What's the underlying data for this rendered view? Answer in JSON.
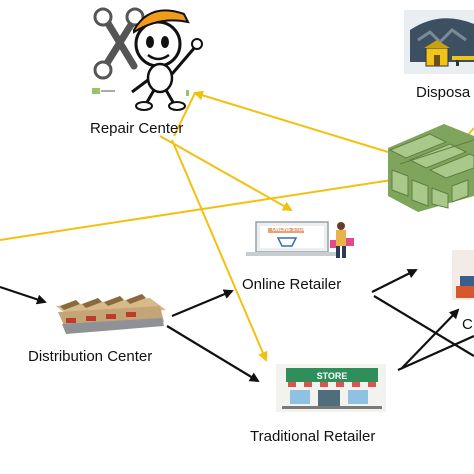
{
  "nodes": {
    "repair_center": "Repair Center",
    "disposal": "Disposa",
    "online_retailer": "Online Retailer",
    "distribution_center": "Distribution Center",
    "traditional_retailer": "Traditional Retailer",
    "customer_partial": "C",
    "store_sign": "STORE",
    "online_store_sign": "ONLINE STORE"
  },
  "colors": {
    "forward_flow": "#111111",
    "reverse_flow": "#f2c110",
    "mascot_helmet": "#f29a1c",
    "store_roof": "#2e8f5a",
    "money_green": "#8fb36a"
  }
}
